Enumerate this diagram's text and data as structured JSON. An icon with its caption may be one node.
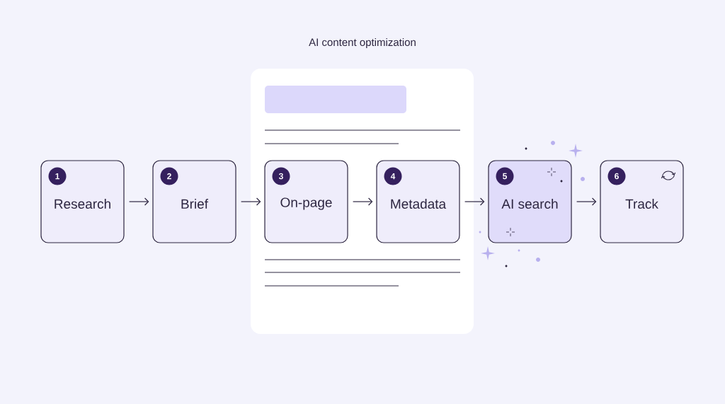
{
  "diagram": {
    "title": "AI content optimization",
    "nodes": [
      {
        "text": [
          "1",
          "Research"
        ]
      },
      {
        "text": [
          "2",
          "Brief"
        ]
      },
      {
        "text": [
          "3",
          "On-page"
        ]
      },
      {
        "text": [
          "4",
          "Metadata"
        ]
      },
      {
        "text": [
          "5",
          "AI search"
        ]
      },
      {
        "text": [
          "6",
          "Track"
        ]
      }
    ],
    "edges": [
      {
        "from": 0,
        "to": 1,
        "arrow": "to"
      },
      {
        "from": 1,
        "to": 2,
        "arrow": "to"
      },
      {
        "from": 2,
        "to": 3,
        "arrow": "to"
      },
      {
        "from": 3,
        "to": 4,
        "arrow": "to"
      },
      {
        "from": 4,
        "to": 5,
        "arrow": "to"
      }
    ]
  }
}
